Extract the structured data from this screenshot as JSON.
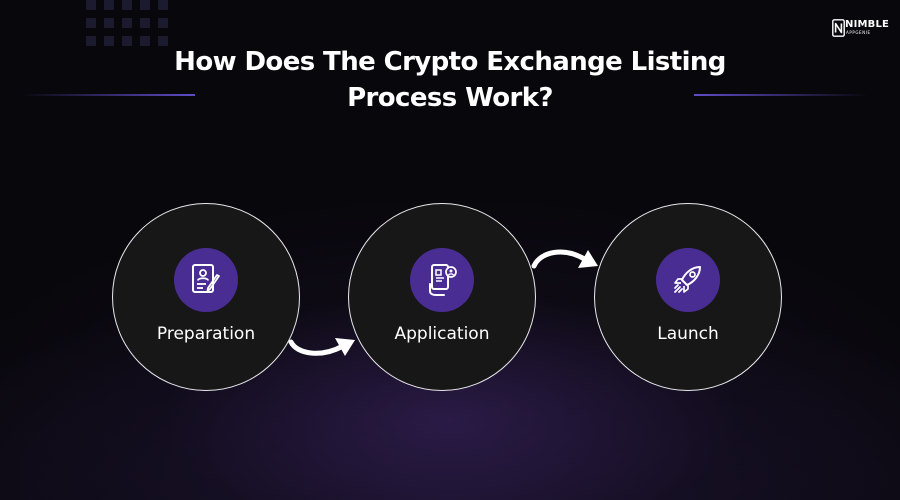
{
  "title": "How Does The Crypto Exchange Listing Process Work?",
  "brand": {
    "name": "NIMBLE",
    "tagline": "APPGENIE"
  },
  "steps": [
    {
      "label": "Preparation",
      "icon": "document-edit-icon"
    },
    {
      "label": "Application",
      "icon": "mobile-profile-icon"
    },
    {
      "label": "Launch",
      "icon": "rocket-icon"
    }
  ],
  "colors": {
    "background": "#08070b",
    "circle_fill": "#171717",
    "circle_border": "#e9e9ee",
    "icon_badge": "#4a2d93",
    "accent_rule": "#5e4cc6",
    "text": "#ffffff"
  }
}
